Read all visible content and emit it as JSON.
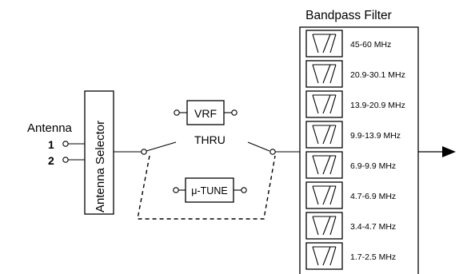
{
  "antenna": {
    "label": "Antenna",
    "port_1": "1",
    "port_2": "2"
  },
  "selector": {
    "label": "Antenna Selector"
  },
  "paths": {
    "vrf_label": "VRF",
    "thru_label": "THRU",
    "tune_label": "μ-TUNE"
  },
  "bandpass": {
    "title": "Bandpass Filter",
    "filters": [
      "45-60 MHz",
      "20.9-30.1 MHz",
      "13.9-20.9 MHz",
      "9.9-13.9 MHz",
      "6.9-9.9 MHz",
      "4.7-6.9 MHz",
      "3.4-4.7 MHz",
      "1.7-2.5 MHz"
    ]
  }
}
